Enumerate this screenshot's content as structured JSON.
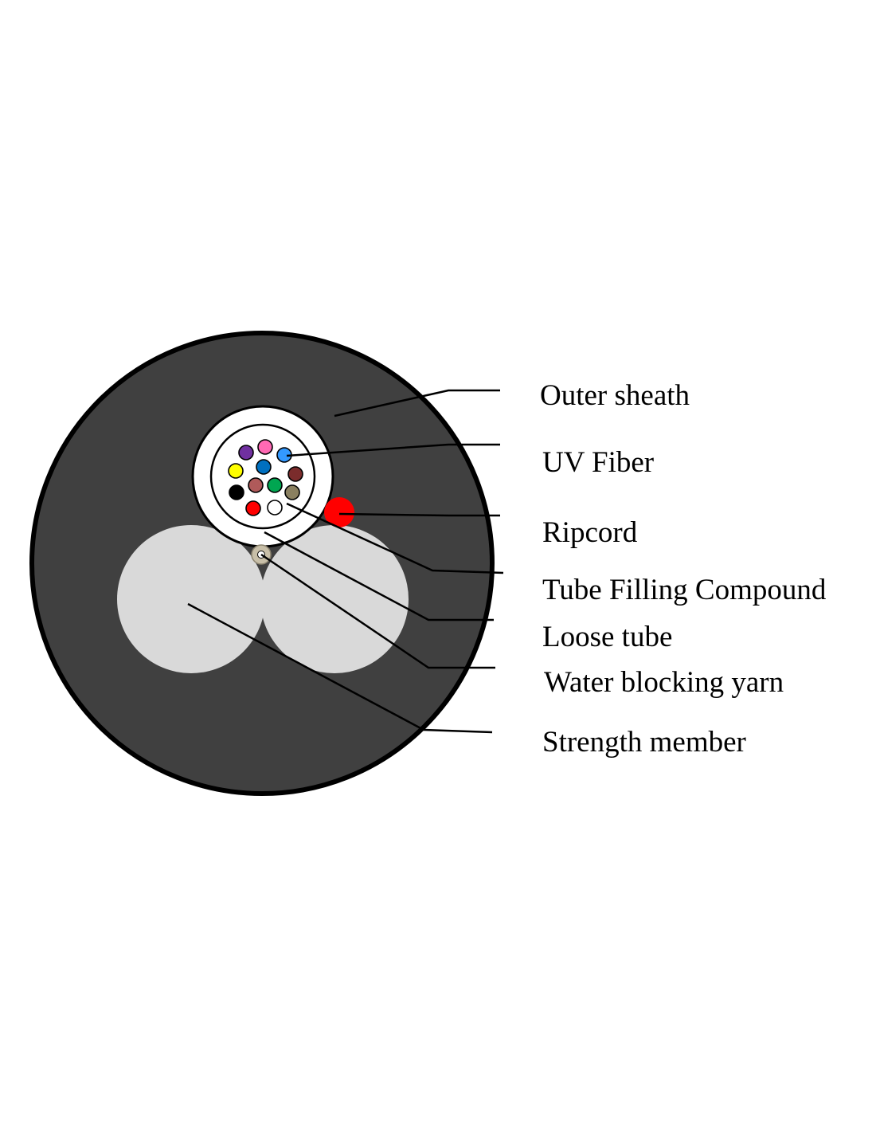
{
  "labels": {
    "outer_sheath": "Outer sheath",
    "uv_fiber": "UV Fiber",
    "ripcord": "Ripcord",
    "tube_filling_compound": "Tube Filling Compound",
    "loose_tube": "Loose tube",
    "water_blocking_yarn": "Water blocking yarn",
    "strength_member": "Strength member"
  },
  "colors": {
    "sheath_fill": "#404040",
    "sheath_border": "#000000",
    "strength_member": "#d9d9d9",
    "loose_tube": "#ffffff",
    "ripcord": "#ff0000",
    "water_blocking_yarn": "#c8bfa8",
    "leader_line": "#000000"
  },
  "fibers": [
    {
      "color": "#7030a0",
      "name": "violet"
    },
    {
      "color": "#ff69b4",
      "name": "rose"
    },
    {
      "color": "#3399ff",
      "name": "light-blue"
    },
    {
      "color": "#ffff00",
      "name": "yellow"
    },
    {
      "color": "#0070c0",
      "name": "blue"
    },
    {
      "color": "#7b2c2c",
      "name": "brown"
    },
    {
      "color": "#000000",
      "name": "black"
    },
    {
      "color": "#b05a5a",
      "name": "dusty-red"
    },
    {
      "color": "#00a651",
      "name": "green"
    },
    {
      "color": "#8a8060",
      "name": "olive"
    },
    {
      "color": "#ff0000",
      "name": "red"
    },
    {
      "color": "#ffffff",
      "name": "white"
    }
  ]
}
